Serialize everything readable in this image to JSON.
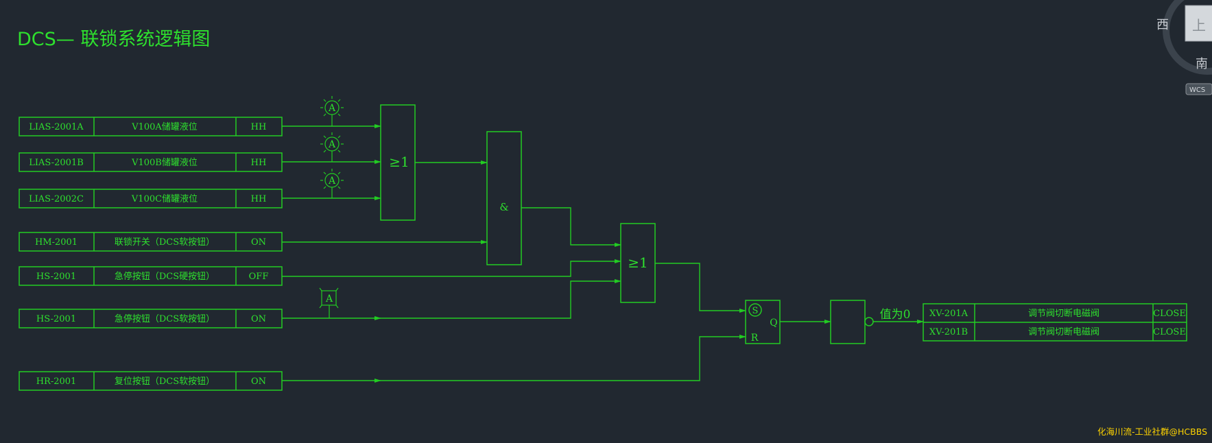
{
  "title": "DCS— 联锁系统逻辑图",
  "colors": {
    "background": "#212830",
    "line": "#22cc22",
    "text": "#2ee02e",
    "viewcube": "#c8ccd2",
    "watermark": "#ffd400"
  },
  "inputs": [
    {
      "tag": "LIAS-2001A",
      "desc": "V100A储罐液位",
      "state": "HH"
    },
    {
      "tag": "LIAS-2001B",
      "desc": "V100B储罐液位",
      "state": "HH"
    },
    {
      "tag": "LIAS-2002C",
      "desc": "V100C储罐液位",
      "state": "HH"
    },
    {
      "tag": "HM-2001",
      "desc": "联锁开关（DCS软按钮）",
      "state": "ON"
    },
    {
      "tag": "HS-2001",
      "desc": "急停按钮（DCS硬按钮）",
      "state": "OFF"
    },
    {
      "tag": "HS-2001",
      "desc": "急停按钮（DCS软按钮）",
      "state": "ON"
    },
    {
      "tag": "HR-2001",
      "desc": "复位按钮（DCS软按钮）",
      "state": "ON"
    }
  ],
  "gates": {
    "or1": "≥1",
    "and1": "&",
    "or2": "≥1"
  },
  "alarm_symbol": "A",
  "sr_latch": {
    "s": "S",
    "r": "R",
    "q": "Q"
  },
  "output_note": "值为0",
  "outputs": [
    {
      "tag": "XV-201A",
      "desc": "调节阀切断电磁阀",
      "state": "CLOSE"
    },
    {
      "tag": "XV-201B",
      "desc": "调节阀切断电磁阀",
      "state": "CLOSE"
    }
  ],
  "viewcube": {
    "west": "西",
    "south": "南",
    "top": "上",
    "wcs": "WCS"
  },
  "watermark": "化海川流-工业社群@HCBBS"
}
